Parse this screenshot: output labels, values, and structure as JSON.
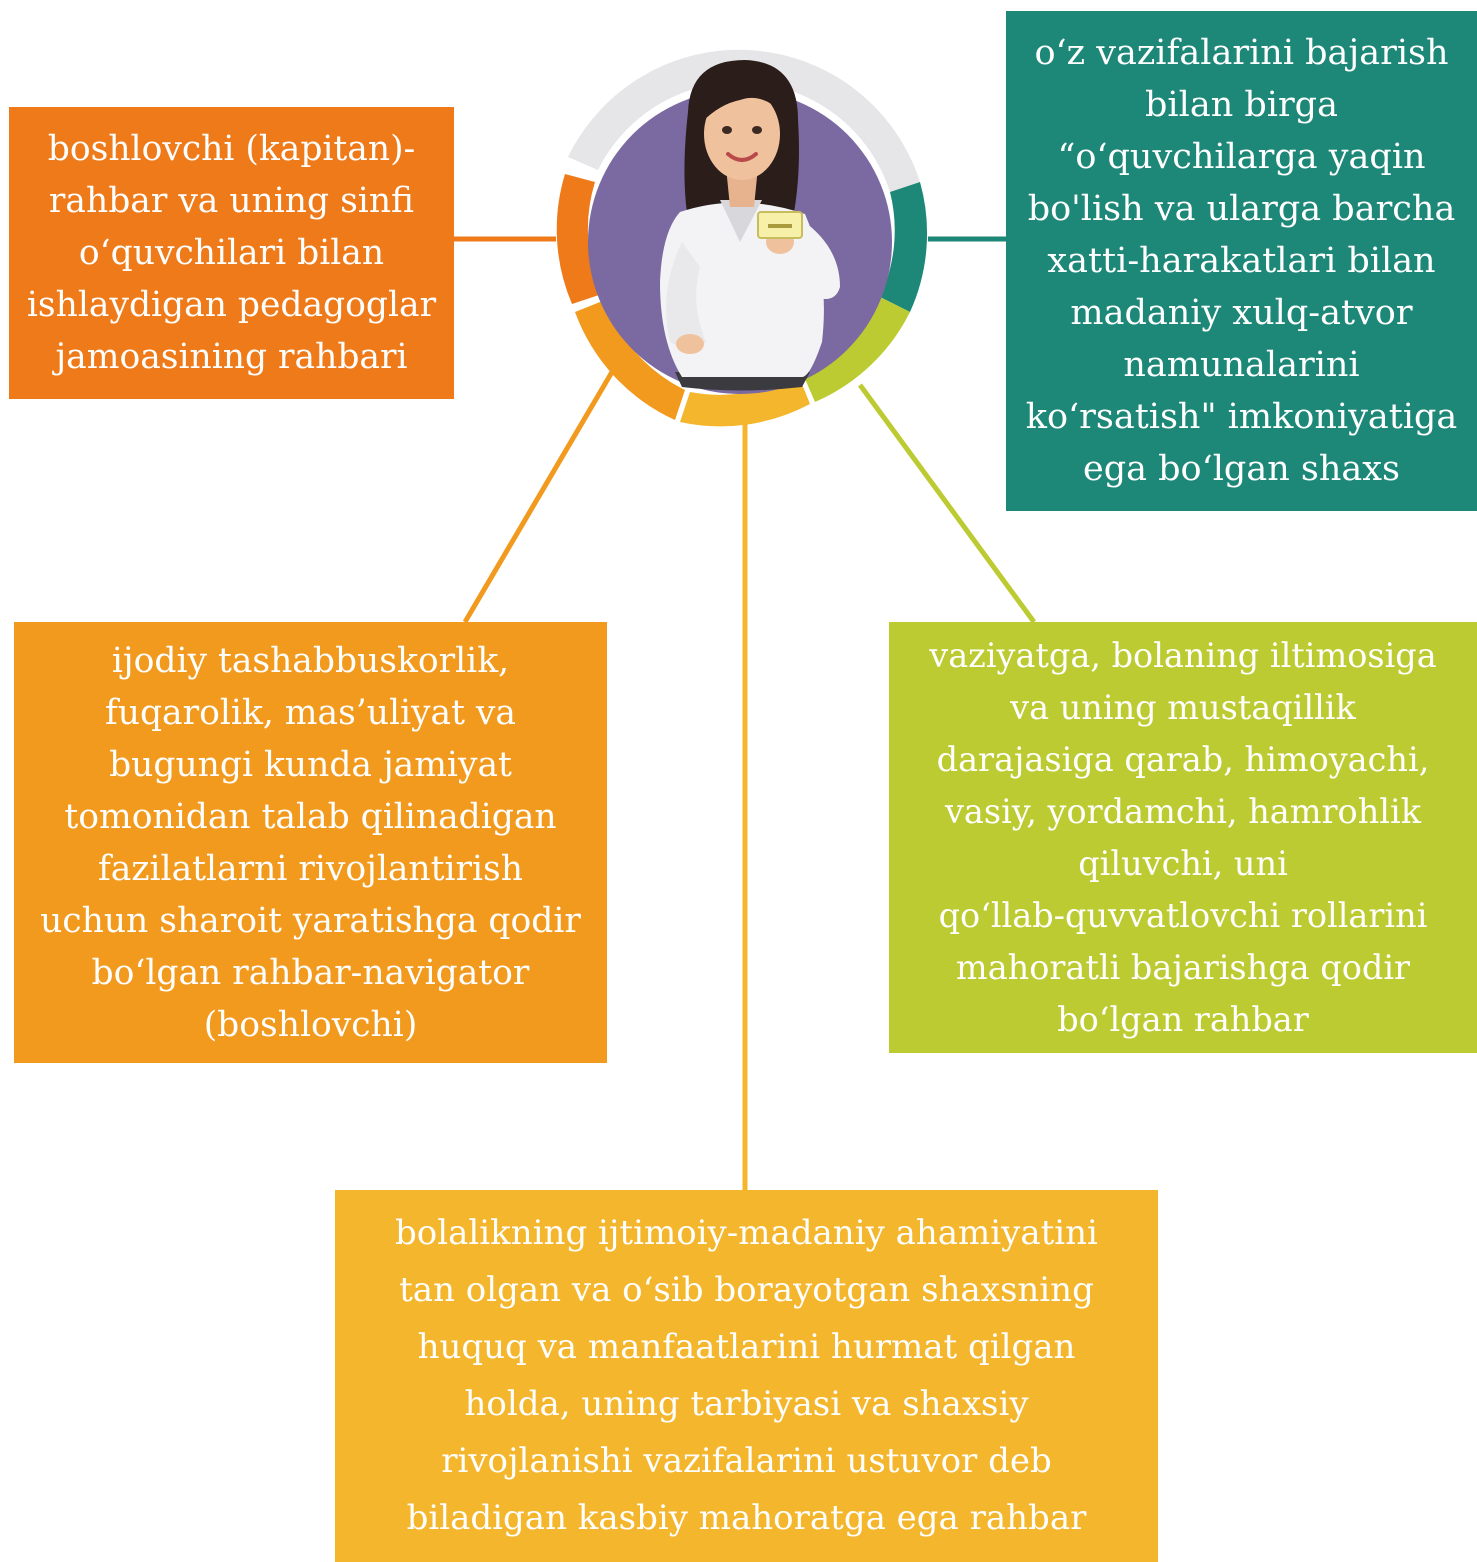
{
  "colors": {
    "orange_dark": "#ee7a1a",
    "orange": "#f29a1e",
    "yellow": "#f4b62c",
    "teal": "#1d8778",
    "lime": "#bccb32",
    "ring_gray": "#e6e6e8",
    "circle_purple": "#7a6aa1"
  },
  "figure": {
    "icon": "businesswoman-avatar-icon"
  },
  "boxes": {
    "top_left": "boshlovchi (kapitan)-\nrahbar va uning sinfi\no‘quvchilari bilan\nishlaydigan pedagoglar\njamoasining rahbari",
    "top_right": "o‘z vazifalarini bajarish\nbilan birga\n“o‘quvchilarga yaqin\nbo'lish va ularga barcha\nxatti-harakatlari bilan\nmadaniy xulq-atvor\nnamunalarini\nko‘rsatish\" imkoniyatiga\nega bo‘lgan shaxs",
    "middle_left": "ijodiy tashabbuskorlik,\nfuqarolik, mas’uliyat va\nbugungi kunda jamiyat\ntomonidan talab qilinadigan\nfazilatlarni rivojlantirish\nuchun sharoit yaratishga qodir\nbo‘lgan rahbar-navigator\n(boshlovchi)",
    "middle_right": "vaziyatga, bolaning iltimosiga\nva uning mustaqillik\ndarajasiga qarab, himoyachi,\nvasiy, yordamchi, hamrohlik\nqiluvchi, uni\nqo‘llab-quvvatlovchi rollarini\nmahoratli bajarishga qodir\nbo‘lgan rahbar",
    "bottom": "bolalikning ijtimoiy-madaniy ahamiyatini\ntan olgan va o‘sib borayotgan shaxsning\nhuquq va manfaatlarini hurmat qilgan\nholda, uning tarbiyasi va shaxsiy\nrivojlanishi vazifalarini ustuvor deb\nbiladigan kasbiy mahoratga ega rahbar"
  }
}
